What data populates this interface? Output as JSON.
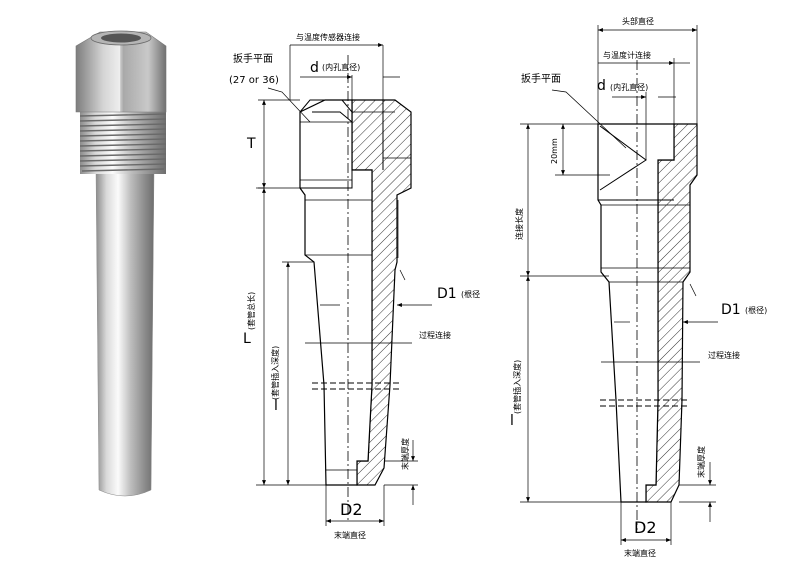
{
  "left_drawing": {
    "wrench_flat": "扳手平面",
    "wrench_size": "(27 or 36)",
    "d_symbol": "d",
    "d_note": "(内孔直径)",
    "sensor_connection": "与温度传感器连接",
    "T_symbol": "T",
    "L_symbol": "L",
    "L_note": "(套管总长)",
    "l_symbol": "l",
    "l_note": "(套管插入深度)",
    "D1_symbol": "D1",
    "D1_note": "(根径",
    "process_connection": "过程连接",
    "tip_thickness": "末端厚度",
    "D2_symbol": "D2",
    "tip_diameter": "末端直径"
  },
  "right_drawing": {
    "head_diameter": "头部直径",
    "gauge_connection": "与温度计连接",
    "wrench_flat": "扳手平面",
    "d_symbol": "d",
    "d_note": "(内孔直径)",
    "dim_20mm": "20mm",
    "connection_length": "连接长度",
    "D1_symbol": "D1",
    "D1_note": "(根径)",
    "process_connection": "过程连接",
    "l_symbol": "l",
    "l_note": "(套管插入深度)",
    "tip_thickness": "末端厚度",
    "D2_symbol": "D2",
    "tip_diameter": "末端直径"
  }
}
